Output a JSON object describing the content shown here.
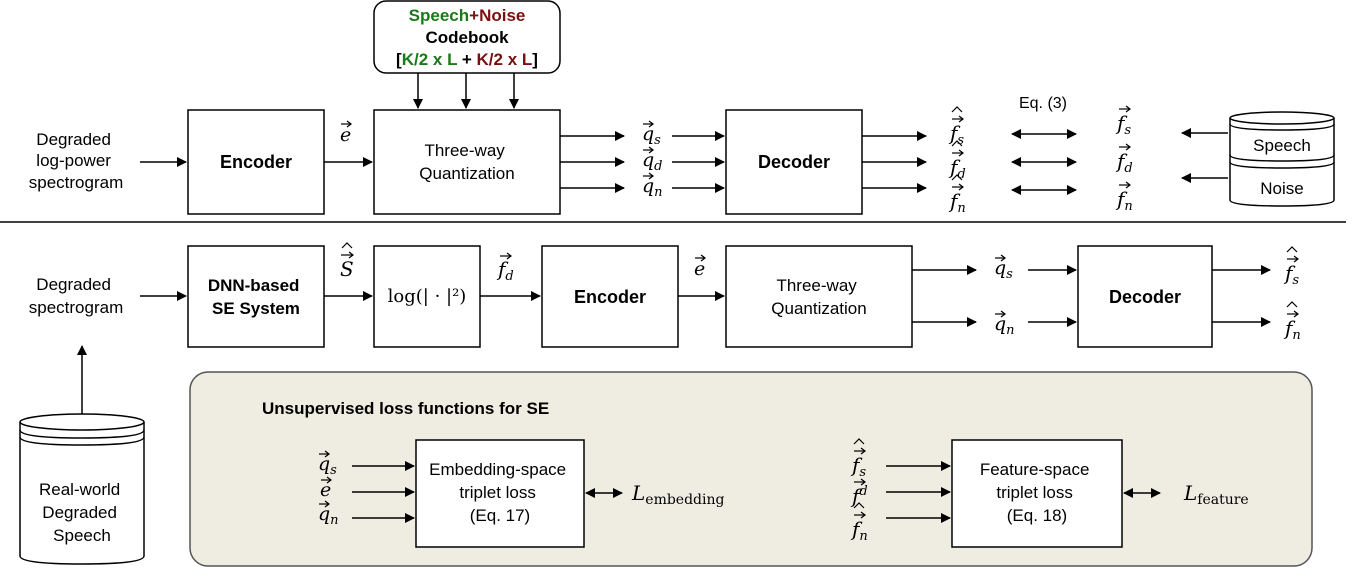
{
  "colors": {
    "speech": "#1a7a1a",
    "noise": "#7a1010",
    "panel": "#efede2",
    "stroke": "#000000"
  },
  "top": {
    "input_lines": [
      "Degraded",
      "log-power",
      "spectrogram"
    ],
    "encoder": "Encoder",
    "e": "e",
    "codebook": {
      "speech": "Speech",
      "plus": "+",
      "noise": "Noise",
      "title": "Codebook",
      "open": "[",
      "speech_dim": "K/2 x L",
      "sep": " + ",
      "noise_dim": "K/2 x L",
      "close": "]"
    },
    "quant_lines": [
      "Three-way",
      "Quantization"
    ],
    "q": [
      "s",
      "d",
      "n"
    ],
    "decoder": "Decoder",
    "fhat": [
      "s",
      "d",
      "n"
    ],
    "eq": "Eq. (3)",
    "f": [
      "s",
      "d",
      "n"
    ],
    "db_speech": "Speech",
    "db_noise": "Noise"
  },
  "bottom": {
    "input_lines": [
      "Degraded",
      "spectrogram"
    ],
    "dnn_lines": [
      "DNN-based",
      "SE System"
    ],
    "shat": "S",
    "log_op": "log(| · |²)",
    "fd": "f",
    "fd_sub": "d",
    "encoder": "Encoder",
    "e": "e",
    "quant_lines": [
      "Three-way",
      "Quantization"
    ],
    "q": [
      "s",
      "n"
    ],
    "decoder": "Decoder",
    "fhat": [
      "s",
      "n"
    ],
    "db_lines": [
      "Real-world",
      "Degraded",
      "Speech"
    ]
  },
  "loss_panel": {
    "title": "Unsupervised loss functions for SE",
    "emb_inputs": [
      {
        "sym": "q",
        "sub": "s"
      },
      {
        "sym": "e",
        "sub": ""
      },
      {
        "sym": "q",
        "sub": "n"
      }
    ],
    "emb_box": [
      "Embedding-space",
      "triplet loss",
      "(Eq. 17)"
    ],
    "emb_L": "L",
    "emb_L_sub": "embedding",
    "feat_inputs": [
      "s",
      "d",
      "n"
    ],
    "feat_box": [
      "Feature-space",
      "triplet loss",
      "(Eq. 18)"
    ],
    "feat_L": "L",
    "feat_L_sub": "feature"
  }
}
